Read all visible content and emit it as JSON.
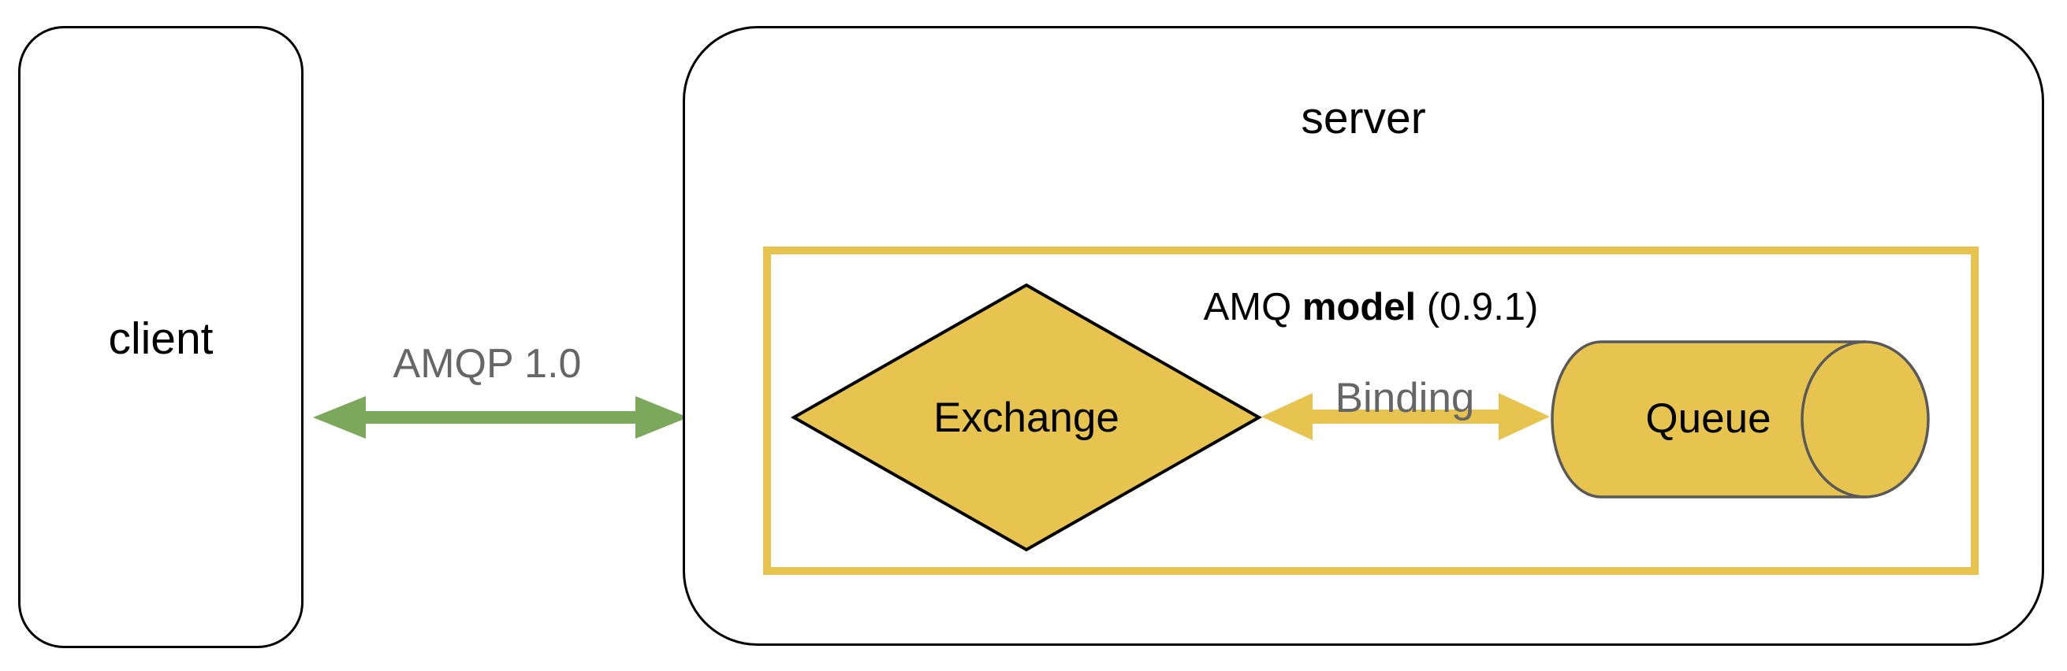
{
  "colors": {
    "yellow": "#E6C44F",
    "green": "#7CA85C",
    "gray_text": "#666666",
    "outline_gray": "#595959",
    "black": "#000000"
  },
  "client": {
    "label": "client"
  },
  "connection": {
    "label": "AMQP 1.0"
  },
  "server": {
    "label": "server"
  },
  "amq_model": {
    "prefix": "AMQ ",
    "bold": "model",
    "suffix": " (0.9.1)"
  },
  "exchange": {
    "label": "Exchange"
  },
  "binding": {
    "label": "Binding"
  },
  "queue": {
    "label": "Queue"
  }
}
